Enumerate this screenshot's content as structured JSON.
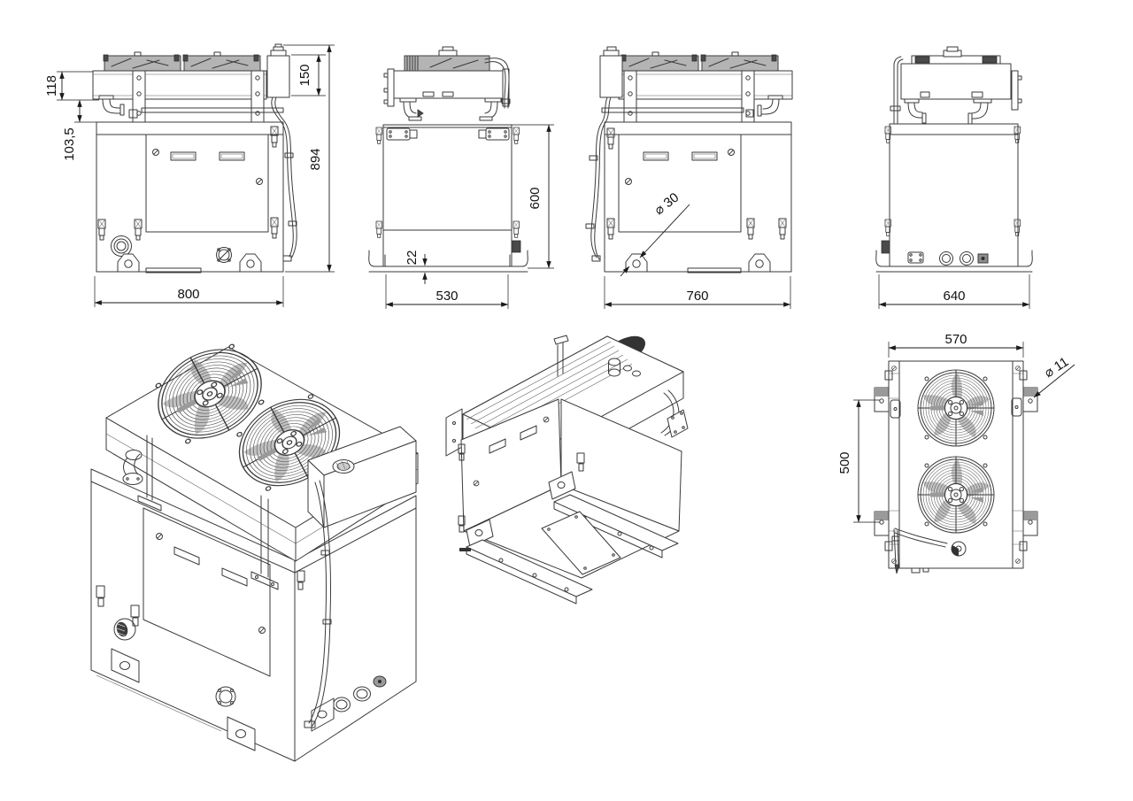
{
  "views": {
    "front": {
      "width": "800",
      "total_height": "894",
      "coil_height": "118",
      "coil_offset": "103,5",
      "tank_height": "150"
    },
    "side": {
      "width": "530",
      "cabinet_height": "600",
      "base_height": "22"
    },
    "rear": {
      "width": "760",
      "foot_hole_dia": "⌀ 30"
    },
    "end": {
      "width": "640"
    },
    "top": {
      "width": "570",
      "hole_spacing": "500",
      "mount_hole_dia": "⌀ 11"
    }
  }
}
